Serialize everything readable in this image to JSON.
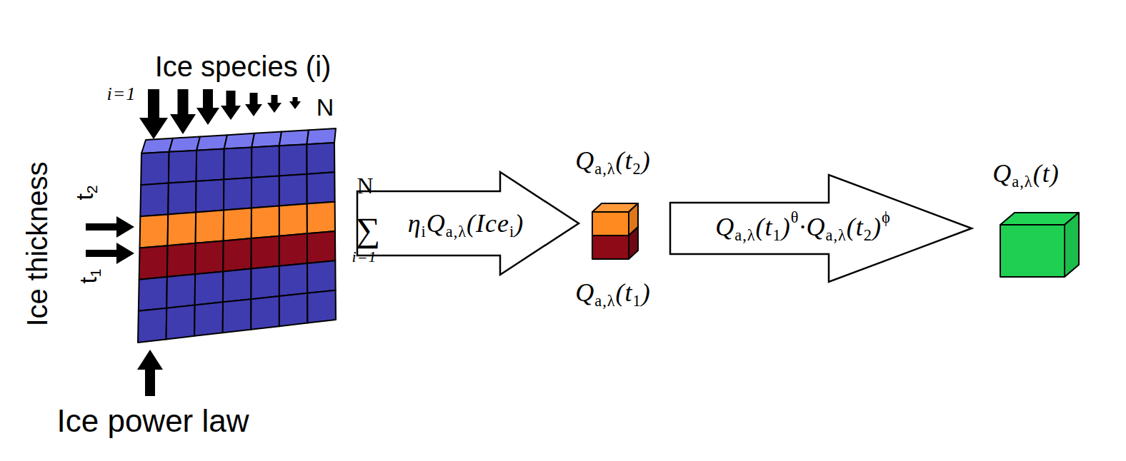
{
  "diagram": {
    "nodes": [
      {
        "text": [
          "Ice species (i)"
        ]
      },
      {
        "text": [
          "Qa,λ(t2)",
          "Qa,λ(t1)"
        ]
      },
      {
        "text": [
          "Qa,λ(t)"
        ]
      }
    ],
    "edges": [
      {
        "from": 0,
        "to": 1,
        "arrow": "to",
        "label": "ηiQa,λ(Icei)"
      },
      {
        "from": 1,
        "to": 2,
        "arrow": "to",
        "label": "Qa,λ(t1)θ·Qa,λ(t2)ϕ"
      }
    ],
    "labels": [
      "i=1",
      "N",
      "Ice thickness",
      "t2",
      "t1",
      "Ice power law",
      "N",
      "∑",
      "i=1"
    ]
  }
}
